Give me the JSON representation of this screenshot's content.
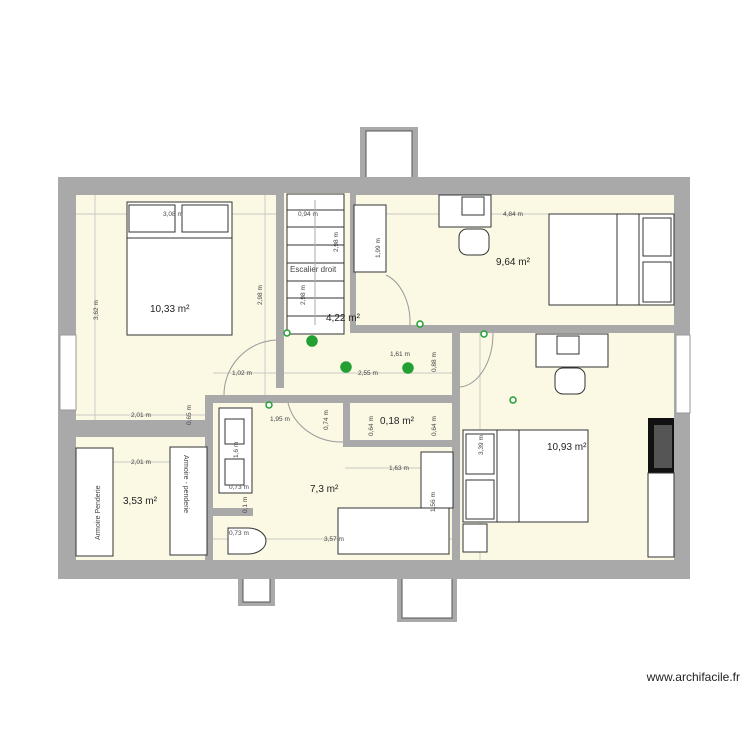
{
  "rooms": [
    {
      "area": "10,33 m²"
    },
    {
      "area": "4,22 m²"
    },
    {
      "area": "9,64 m²"
    },
    {
      "area": "10,93 m²"
    },
    {
      "area": "0,18 m²"
    },
    {
      "area": "7,3 m²"
    },
    {
      "area": "3,53 m²"
    }
  ],
  "labels": {
    "stair": "Escalier droit",
    "wardrobe_1": "Armoire Penderie",
    "wardrobe_2": "Armoire - penderie"
  },
  "dimensions": [
    "3,08 m",
    "0,94 m",
    "4,84 m",
    "1,99 m",
    "2,98 m",
    "2,98 m",
    "2,98 m",
    "3,62 m",
    "1,61 m",
    "2,55 m",
    "0,88 m",
    "1,02 m",
    "2,01 m",
    "0,65 m",
    "1,95 m",
    "0,74 m",
    "0,64 m",
    "0,64 m",
    "1,63 m",
    "2,01 m",
    "1,6 m",
    "0,73 m",
    "0,1 m",
    "0,73 m",
    "3,57 m",
    "1,56 m",
    "3,39 m"
  ],
  "watermark": "www.archifacile.fr",
  "colors": {
    "wall": "#a9a9a9",
    "floor": "#fbf8e4",
    "light_fixture": "#22a033"
  }
}
